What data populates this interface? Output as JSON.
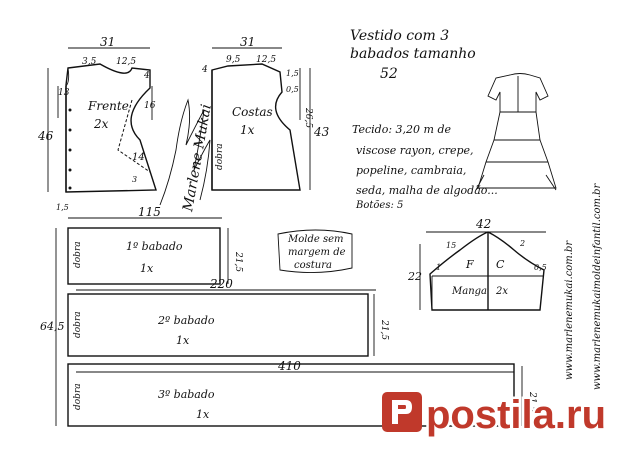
{
  "title": {
    "line1": "Vestido com 3",
    "line2": "babados tamanho",
    "line3": "52"
  },
  "materials": {
    "tecido": "Tecido: 3,20 m de",
    "fabric1": "viscose rayon, crepe,",
    "fabric2": "popeline, cambraia,",
    "fabric3": "seda, malha de algodão...",
    "botoes": "Botões: 5"
  },
  "front": {
    "label": "Frente",
    "qty": "2x",
    "width": "31",
    "shoulder_left": "3,5",
    "shoulder_right": "12,5",
    "m4": "4",
    "m13": "13",
    "m16": "16",
    "m46": "46",
    "m14": "14",
    "m3": "3",
    "m15": "1,5"
  },
  "back": {
    "label": "Costas",
    "qty": "1x",
    "width": "31",
    "shoulder_left": "9,5",
    "shoulder_right": "12,5",
    "m4": "4",
    "m05": "0,5",
    "m15": "1,5",
    "m265": "26,5",
    "m43": "43",
    "dobra": "dobra"
  },
  "ruffles": [
    {
      "name": "1º babado",
      "qty": "1x",
      "width": "115",
      "height": "21,5",
      "dobra": "dobra"
    },
    {
      "name": "2º babado",
      "qty": "1x",
      "width": "220",
      "height": "21,5",
      "dobra": "dobra"
    },
    {
      "name": "3º babado",
      "qty": "1x",
      "width": "410",
      "height": "21,5",
      "dobra": "dobra"
    }
  ],
  "ruffles_total": "64,5",
  "sleeve": {
    "width": "42",
    "label": "Manga",
    "qty": "2x",
    "f": "F",
    "c": "C",
    "m15": "15",
    "m2": "2",
    "m1": "1",
    "m05": "0,5",
    "m22": "22"
  },
  "note": {
    "line1": "Molde sem",
    "line2": "margem de",
    "line3": "costura"
  },
  "signature": "Marlene Mukai",
  "websites": {
    "site1": "www.marlenemukai.com.br",
    "site2": "www.marlenemukaimoldeinfantil.com.br"
  },
  "watermark": {
    "text": "postila.ru",
    "color": "#c0392b",
    "text_color": "#ffffff"
  }
}
